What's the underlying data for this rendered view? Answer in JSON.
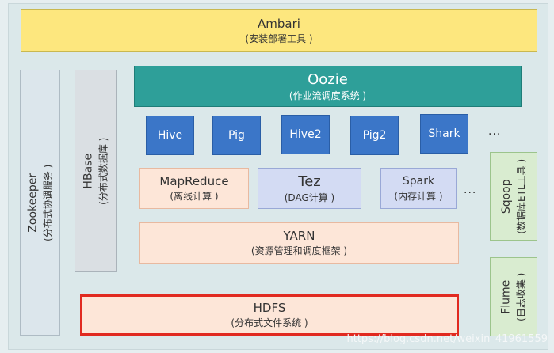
{
  "ambari": {
    "name": "Ambari",
    "desc": "(安装部署工具 )"
  },
  "oozie": {
    "name": "Oozie",
    "desc": "(作业流调度系统 )"
  },
  "tools": [
    {
      "name": "Hive"
    },
    {
      "name": "Pig"
    },
    {
      "name": "Hive2"
    },
    {
      "name": "Pig2"
    },
    {
      "name": "Shark"
    }
  ],
  "tools_more": "...",
  "engines": [
    {
      "name": "MapReduce",
      "desc": "(离线计算 )"
    },
    {
      "name": "Tez",
      "desc": "(DAG计算 )"
    },
    {
      "name": "Spark",
      "desc": "(内存计算 )"
    }
  ],
  "engines_more": "...",
  "yarn": {
    "name": "YARN",
    "desc": "(资源管理和调度框架 )"
  },
  "hdfs": {
    "name": "HDFS",
    "desc": "(分布式文件系统 )"
  },
  "zookeeper": {
    "name": "Zookeeper",
    "desc": "(分布式协调服务 )"
  },
  "hbase": {
    "name": "HBase",
    "desc": "(分布式数据库 )"
  },
  "sqoop": {
    "name": "Sqoop",
    "desc": "(数据库ETL工具 )"
  },
  "flume": {
    "name": "Flume",
    "desc": "(日志收集 )"
  },
  "watermark": "https://blog.csdn.net/weixin_41961559"
}
